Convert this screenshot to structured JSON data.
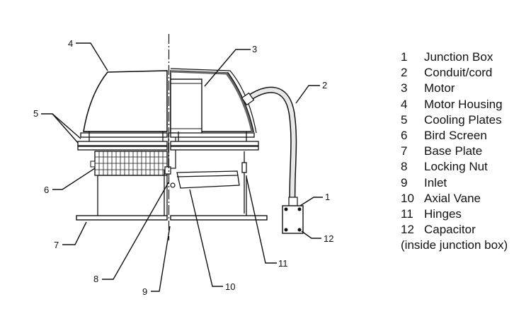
{
  "callouts": [
    "1",
    "2",
    "3",
    "4",
    "5",
    "6",
    "7",
    "8",
    "9",
    "10",
    "11",
    "12"
  ],
  "legend": [
    {
      "num": "1",
      "label": "Junction Box"
    },
    {
      "num": "2",
      "label": "Conduit/cord"
    },
    {
      "num": "3",
      "label": "Motor"
    },
    {
      "num": "4",
      "label": "Motor Housing"
    },
    {
      "num": "5",
      "label": "Cooling Plates"
    },
    {
      "num": "6",
      "label": "Bird Screen"
    },
    {
      "num": "7",
      "label": "Base Plate"
    },
    {
      "num": "8",
      "label": "Locking Nut"
    },
    {
      "num": "9",
      "label": "Inlet"
    },
    {
      "num": "10",
      "label": "Axial Vane"
    },
    {
      "num": "11",
      "label": "Hinges"
    },
    {
      "num": "12",
      "label": "Capacitor"
    }
  ],
  "legend_note": "(inside junction box)"
}
